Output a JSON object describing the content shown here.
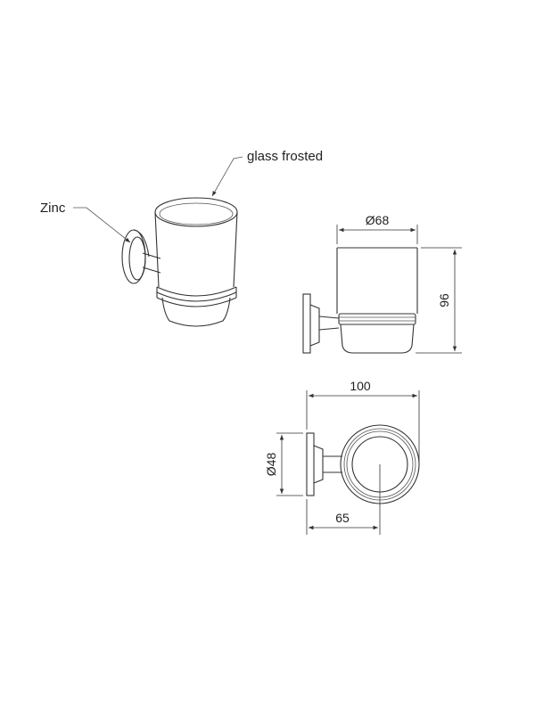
{
  "labels": {
    "glass": "glass frosted",
    "zinc": "Zinc"
  },
  "dimensions": {
    "cup_diameter": "Ø68",
    "height": "96",
    "width": "100",
    "base_diameter": "Ø48",
    "projection": "65"
  }
}
